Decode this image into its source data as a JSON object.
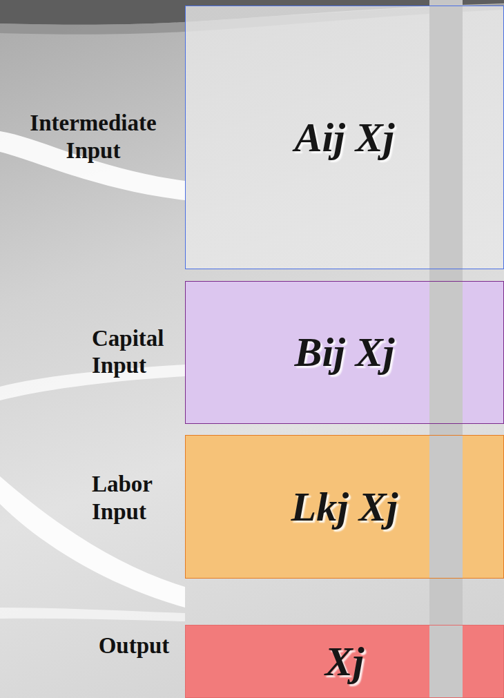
{
  "diagram": {
    "nodes": [
      {
        "text": [
          "Intermediate Input",
          "Aij Xj"
        ]
      },
      {
        "text": [
          "Capital Input",
          "Bij Xj"
        ]
      },
      {
        "text": [
          "Labor Input",
          "Lkj Xj"
        ]
      },
      {
        "text": [
          "Output",
          "Xj"
        ]
      }
    ]
  }
}
